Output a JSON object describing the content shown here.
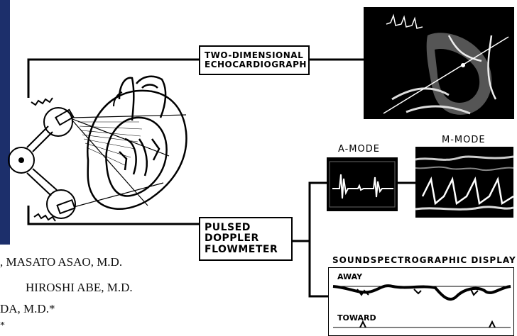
{
  "boxes": {
    "echo_line1": "TWO-DIMENSIONAL",
    "echo_line2": "ECHOCARDIOGRAPH",
    "doppler_line1": "PULSED",
    "doppler_line2": "DOPPLER",
    "doppler_line3": "FLOWMETER"
  },
  "panels": {
    "a_mode": "A-MODE",
    "m_mode": "M-MODE",
    "sound": "SOUNDSPECTROGRAPHIC  DISPLAY",
    "away": "AWAY",
    "toward": "TOWARD"
  },
  "authors": {
    "line1": ", MASATO ASAO, M.D.",
    "line2": "HIROSHI ABE, M.D.",
    "line3": "DA, M.D.*",
    "line4": "*"
  },
  "colors": {
    "ink": "#000000",
    "paper": "#ffffff",
    "edge": "#1c2f6b"
  }
}
